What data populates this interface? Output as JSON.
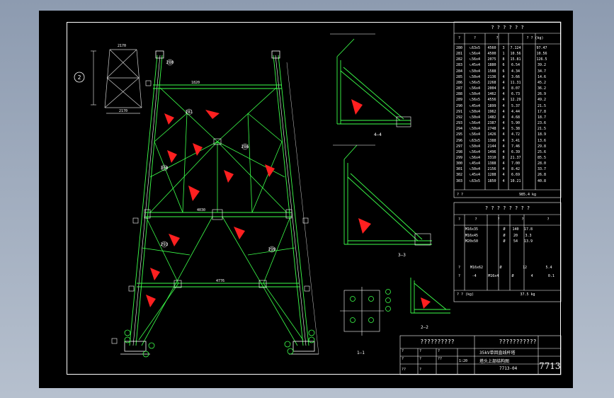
{
  "drawing": {
    "title_block": {
      "left_header": "??????????",
      "right_header": "???????????",
      "project": "35kV单回直线杆塔",
      "name": "塔头上部结构图",
      "drawing_no": "7713-04",
      "code": "7713",
      "scale_label": "1:20",
      "small_cells": [
        "?",
        "?",
        "?",
        "?",
        "?",
        "??",
        "??",
        "?"
      ]
    },
    "parts_table": {
      "header": "? ? ? ? ? ?",
      "sub_header": [
        "?",
        "?",
        "?",
        "? ? (kg)"
      ],
      "rows": [
        [
          "280",
          "∟63x5",
          "4560",
          "3",
          "7.124",
          "97.47"
        ],
        [
          "281",
          "∟56x4",
          "4500",
          "1",
          "10.56",
          "10.56"
        ],
        [
          "282",
          "∟56x4",
          "2075",
          "8",
          "15.81",
          "126.5"
        ],
        [
          "283",
          "∟45x4",
          "1880",
          "6",
          "6.54",
          "39.2"
        ],
        [
          "284",
          "∟50x4",
          "1588",
          "6",
          "4.34",
          "34.7"
        ],
        [
          "285",
          "∟50x4",
          "2136",
          "4",
          "3.66",
          "14.6"
        ],
        [
          "286",
          "∟56x5",
          "2268",
          "4",
          "11.31",
          "45.2"
        ],
        [
          "287",
          "∟56x4",
          "2004",
          "4",
          "8.07",
          "36.2"
        ],
        [
          "288",
          "∟50x4",
          "1462",
          "4",
          "6.73",
          "26.9"
        ],
        [
          "289",
          "∟56x5",
          "4556",
          "4",
          "12.29",
          "49.2"
        ],
        [
          "290",
          "∟45x4",
          "1899",
          "4",
          "5.37",
          "21.5"
        ],
        [
          "291",
          "∟50x4",
          "1962",
          "4",
          "4.44",
          "17.8"
        ],
        [
          "292",
          "∟50x4",
          "1482",
          "4",
          "4.68",
          "18.7"
        ],
        [
          "293",
          "∟56x4",
          "2387",
          "4",
          "5.90",
          "23.6"
        ],
        [
          "294",
          "∟50x4",
          "2748",
          "4",
          "5.38",
          "21.5"
        ],
        [
          "295",
          "∟56x4",
          "1426",
          "4",
          "4.72",
          "18.9"
        ],
        [
          "296",
          "∟63x5",
          "1388",
          "4",
          "3.41",
          "13.6"
        ],
        [
          "297",
          "∟50x4",
          "2144",
          "4",
          "7.46",
          "29.8"
        ],
        [
          "298",
          "∟56x4",
          "1496",
          "4",
          "6.39",
          "25.6"
        ],
        [
          "299",
          "∟56x4",
          "3310",
          "8",
          "21.37",
          "85.5"
        ],
        [
          "300",
          "∟45x4",
          "1388",
          "4",
          "7.00",
          "28.0"
        ],
        [
          "301",
          "∟50x4",
          "2156",
          "4",
          "8.42",
          "33.7"
        ],
        [
          "302",
          "∟45x4",
          "1288",
          "4",
          "6.69",
          "26.8"
        ],
        [
          "303",
          "∟63x5",
          "1850",
          "4",
          "10.21",
          "40.8"
        ]
      ],
      "total_label": "? ?",
      "total_value": "985.4 kg"
    },
    "bolt_table": {
      "header": "? ? ? ? ? ? ? ?",
      "sub_header": [
        "?",
        "?",
        "?",
        "?",
        "?"
      ],
      "rows": [
        [
          "M16x35",
          "Ø",
          "140",
          "17.8"
        ],
        [
          "M16x45",
          "Ø",
          "20",
          "3.3"
        ],
        [
          "M20x50",
          "Ø",
          "54",
          "13.9"
        ]
      ],
      "rows2": [
        [
          "?",
          "M16x62",
          "Ø",
          "12",
          "5.4"
        ],
        [
          "?",
          "-4",
          "M16x4",
          "Ø",
          "4",
          "0.1"
        ]
      ],
      "total_label": "? ? (kg)",
      "total_value": "37.5 kg"
    },
    "views": {
      "section_1": "1—1",
      "section_2": "2—2",
      "section_3": "3—3",
      "section_4": "4—4"
    },
    "dims": {
      "top_beam": "1820",
      "mid_beam": "4030",
      "base_width": "4776",
      "mini_top": "2170",
      "mini_bottom": "2170"
    },
    "labels": {
      "callout_top_left": "2",
      "member_a": "280",
      "member_b": "281",
      "member_c": "286",
      "member_d": "293",
      "member_e": "299",
      "member_f": "300"
    }
  }
}
